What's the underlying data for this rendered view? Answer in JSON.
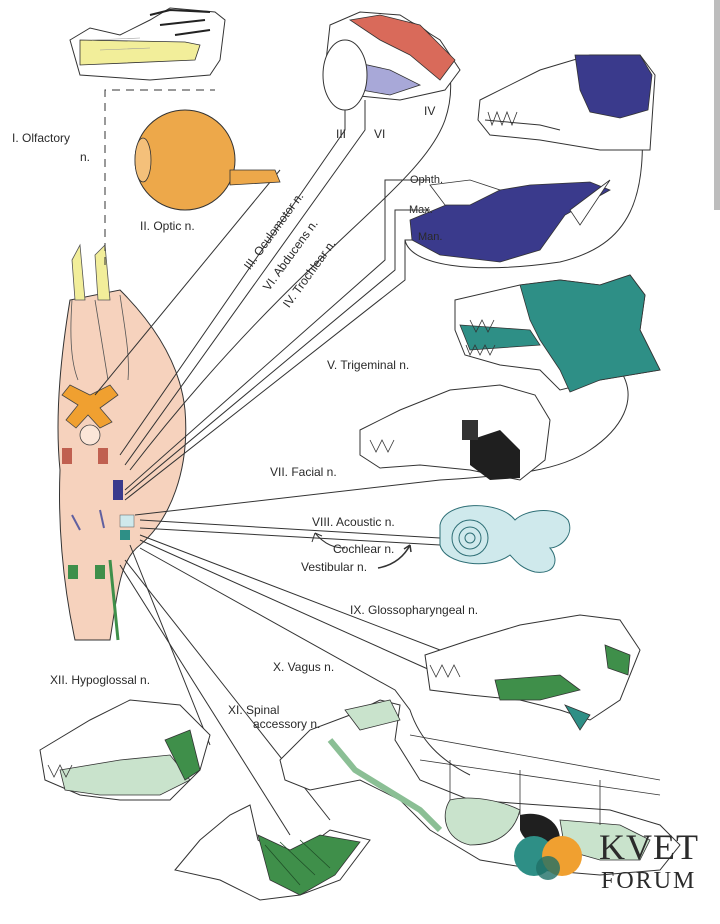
{
  "labels": {
    "olfactory": "I. Olfactory",
    "olfactory_n": "n.",
    "optic": "II. Optic n.",
    "oculomotor": "III. Oculomotor n.",
    "abducens": "VI. Abducens n.",
    "trochlear": "IV. Trochlear n.",
    "roman_3": "III",
    "roman_6": "VI",
    "roman_4": "IV",
    "ophth": "Ophth.",
    "max": "Max.",
    "man": "Man.",
    "trigeminal": "V. Trigeminal n.",
    "facial": "VII. Facial n.",
    "acoustic": "VIII. Acoustic n.",
    "cochlear": "Cochlear n.",
    "vestibular": "Vestibular n.",
    "glossopharyngeal": "IX. Glossopharyngeal n.",
    "vagus": "X. Vagus n.",
    "hypoglossal": "XII. Hypoglossal n.",
    "spinal_accessory_1": "XI. Spinal",
    "spinal_accessory_2": "accessory n."
  },
  "watermark": {
    "line1": "KVET",
    "line2": "FORUM"
  },
  "colors": {
    "olfactory_yellow": "#f2ee9a",
    "optic_orange": "#eda84a",
    "oculomotor_red": "#d96a5a",
    "trigeminal_navy": "#3a3a8c",
    "facial_teal": "#2e8f86",
    "acoustic_lightblue": "#cfe9ec",
    "vagus_lightgreen": "#c9e3cc",
    "spinal_green": "#3f8f4a",
    "brainstem_skin": "#f6d2bd",
    "brainstem_orange": "#f0a030"
  }
}
